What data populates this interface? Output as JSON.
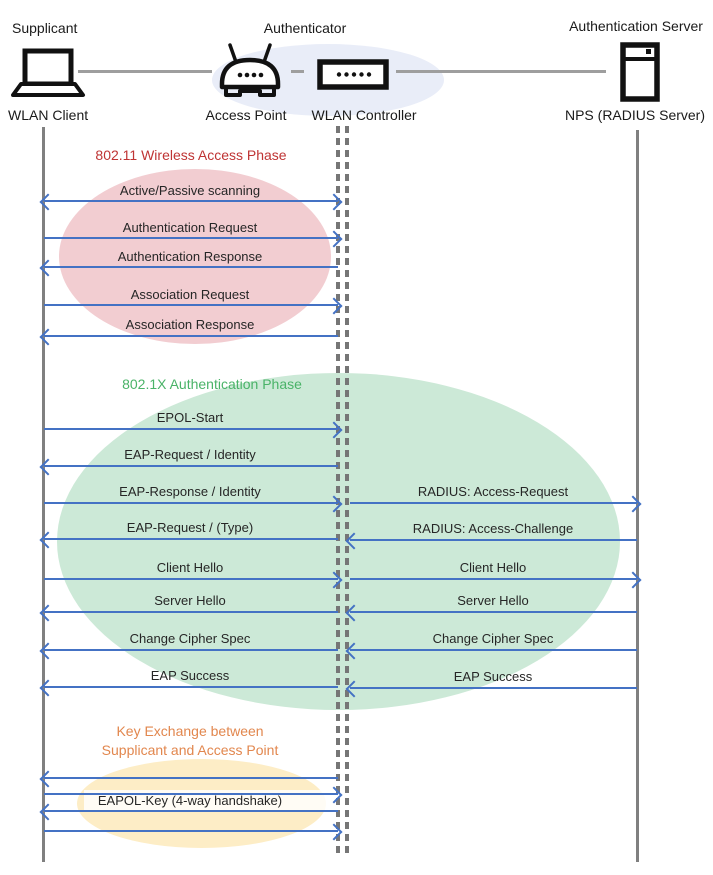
{
  "header": {
    "supplicant_role": "Supplicant",
    "authenticator_role": "Authenticator",
    "server_role": "Authentication Server",
    "supplicant_device": "WLAN Client",
    "ap_device": "Access Point",
    "controller_device": "WLAN Controller",
    "server_device": "NPS (RADIUS Server)"
  },
  "icons": {
    "supplicant": "laptop-icon",
    "access_point": "wireless-router-icon",
    "controller": "controller-box-icon",
    "server": "server-tower-icon"
  },
  "phases": {
    "wireless": {
      "title": "802.11 Wireless Access Phase"
    },
    "dot1x": {
      "title": "802.1X Authentication Phase"
    },
    "key_exchange": {
      "title_line1": "Key Exchange between",
      "title_line2": "Supplicant and Access Point"
    }
  },
  "messages": {
    "scanning": "Active/Passive scanning",
    "auth_request": "Authentication Request",
    "auth_response": "Authentication Response",
    "assoc_request": "Association Request",
    "assoc_response": "Association Response",
    "epol_start": "EPOL-Start",
    "eap_request_identity": "EAP-Request / Identity",
    "eap_response_identity": "EAP-Response / Identity",
    "radius_access_request": "RADIUS: Access-Request",
    "eap_request_type": "EAP-Request / (Type)",
    "radius_access_challenge": "RADIUS: Access-Challenge",
    "client_hello_left": "Client Hello",
    "client_hello_right": "Client Hello",
    "server_hello_left": "Server Hello",
    "server_hello_right": "Server Hello",
    "change_cipher_left": "Change Cipher Spec",
    "change_cipher_right": "Change Cipher Spec",
    "eap_success_left": "EAP Success",
    "eap_success_right": "EAP Success",
    "eapol_key": "EAPOL-Key (4-way handshake)"
  },
  "colors": {
    "arrow": "#4472c4",
    "lifeline": "#808080",
    "phase_wireless_text": "#bf3434",
    "phase_wireless_fill": "#f2cdd1",
    "phase_dot1x_text": "#4ab368",
    "phase_dot1x_fill": "#cce9d7",
    "phase_key_text": "#e2874e",
    "phase_key_fill": "#fdedc6",
    "authenticator_fill": "#e9edf8"
  }
}
